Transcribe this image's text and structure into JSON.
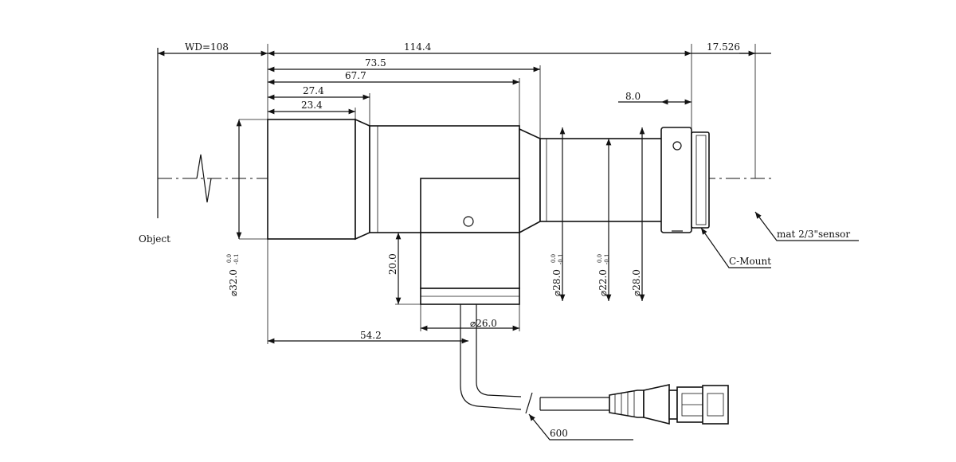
{
  "labels": {
    "object": "Object",
    "wd": "WD=108",
    "total_length": "114.4",
    "sensor_distance": "17.526",
    "dim_73_5": "73.5",
    "dim_67_7": "67.7",
    "dim_27_4": "27.4",
    "dim_23_4": "23.4",
    "dim_8_0": "8.0",
    "dia_32": "⌀32.0",
    "dia_32_tol_top": "0.0",
    "dia_32_tol_bottom": "-0.1",
    "dim_20": "20.0",
    "dia_28_a": "⌀28.0",
    "dia_28_a_tol_top": "0.0",
    "dia_28_a_tol_bottom": "-0.1",
    "dia_22": "⌀22.0",
    "dia_22_tol_top": "0.0",
    "dia_22_tol_bottom": "-0.1",
    "dia_28_b": "⌀28.0",
    "dia_26": "⌀26.0",
    "dim_54_2": "54.2",
    "cable_length": "600",
    "c_mount": "C-Mount",
    "sensor": "mat 2/3\"sensor"
  }
}
